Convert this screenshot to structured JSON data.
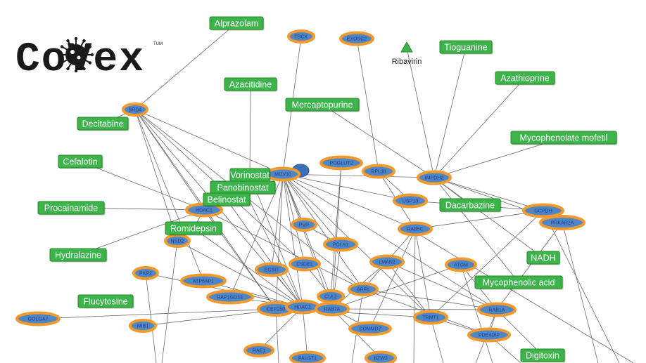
{
  "logo": {
    "text": "CoVex",
    "small": "TUM"
  },
  "colors": {
    "drug_fill": "#3cb44b",
    "drug_border": "#228b22",
    "protein_fill": "#4f86c6",
    "protein_ring": "#f29a2e",
    "edge": "#6b6b6b",
    "host_fill": "#3b6fb6"
  },
  "drugs": [
    {
      "id": "alprazolam",
      "label": "Alprazolam"
    },
    {
      "id": "tioguanine",
      "label": "Tioguanine"
    },
    {
      "id": "azathioprine",
      "label": "Azathioprine"
    },
    {
      "id": "azacitidine",
      "label": "Azacitidine"
    },
    {
      "id": "mercaptopurine",
      "label": "Mercaptopurine"
    },
    {
      "id": "decitabine",
      "label": "Decitabine"
    },
    {
      "id": "mycophenolate",
      "label": "Mycophenolate mofetil"
    },
    {
      "id": "cefalotin",
      "label": "Cefalotin"
    },
    {
      "id": "vorinostat",
      "label": "Vorinostat"
    },
    {
      "id": "panobinostat",
      "label": "Panobinostat"
    },
    {
      "id": "belinostat",
      "label": "Belinostat"
    },
    {
      "id": "procainamide",
      "label": "Procainamide"
    },
    {
      "id": "dacarbazine",
      "label": "Dacarbazine"
    },
    {
      "id": "romidepsin",
      "label": "Romidepsin"
    },
    {
      "id": "hydralazine",
      "label": "Hydralazine"
    },
    {
      "id": "nadh",
      "label": "NADH"
    },
    {
      "id": "mycophenolic",
      "label": "Mycophenolic acid"
    },
    {
      "id": "flucytosine",
      "label": "Flucytosine"
    },
    {
      "id": "digitoxin",
      "label": "Digitoxin"
    }
  ],
  "plain_drugs": [
    {
      "id": "ribavirin",
      "label": "Ribavirin"
    }
  ],
  "proteins": [
    {
      "id": "tbck",
      "label": "TBCK"
    },
    {
      "id": "exosc2",
      "label": "EXOSC2"
    },
    {
      "id": "brd4",
      "label": "BRD4"
    },
    {
      "id": "mov10",
      "label": "MOV10"
    },
    {
      "id": "pofut",
      "label": "POGLUT2"
    },
    {
      "id": "rpl36",
      "label": "RPL36"
    },
    {
      "id": "impdh2",
      "label": "IMPDH2"
    },
    {
      "id": "usp13",
      "label": "USP13"
    },
    {
      "id": "nsd2",
      "label": "NSD2"
    },
    {
      "id": "hdac1",
      "label": "HDAC1"
    },
    {
      "id": "pkp2",
      "label": "PKP2"
    },
    {
      "id": "atp6ap1",
      "label": "ATP6AP1"
    },
    {
      "id": "ecsit",
      "label": "ECSIT"
    },
    {
      "id": "csde1",
      "label": "CSDE1"
    },
    {
      "id": "pvr",
      "label": "PVR"
    },
    {
      "id": "polai",
      "label": "POLA1"
    },
    {
      "id": "lman2",
      "label": "LMAN2"
    },
    {
      "id": "rab5c",
      "label": "RAB5C"
    },
    {
      "id": "atgm",
      "label": "ATGM"
    },
    {
      "id": "qcpdh",
      "label": "GCPDH"
    },
    {
      "id": "prkar2a",
      "label": "PRKAR2A"
    },
    {
      "id": "rap1gds1",
      "label": "RAP1GDS1"
    },
    {
      "id": "cep250",
      "label": "CEP250"
    },
    {
      "id": "hdac2",
      "label": "HDAC2"
    },
    {
      "id": "cul2",
      "label": "CUL2"
    },
    {
      "id": "rab7a",
      "label": "RAB7A"
    },
    {
      "id": "arf6",
      "label": "ARF6"
    },
    {
      "id": "trmt1",
      "label": "TRMT1"
    },
    {
      "id": "rab1a",
      "label": "RAB1A"
    },
    {
      "id": "golga7",
      "label": "GOLGA7"
    },
    {
      "id": "mib1",
      "label": "MIB1"
    },
    {
      "id": "comm7",
      "label": "COMMD7"
    },
    {
      "id": "pde4dip",
      "label": "PDE4DIP"
    },
    {
      "id": "rae1",
      "label": "RAE1"
    },
    {
      "id": "galgt",
      "label": "PALGT1"
    },
    {
      "id": "bzw2",
      "label": "BZW2"
    }
  ]
}
